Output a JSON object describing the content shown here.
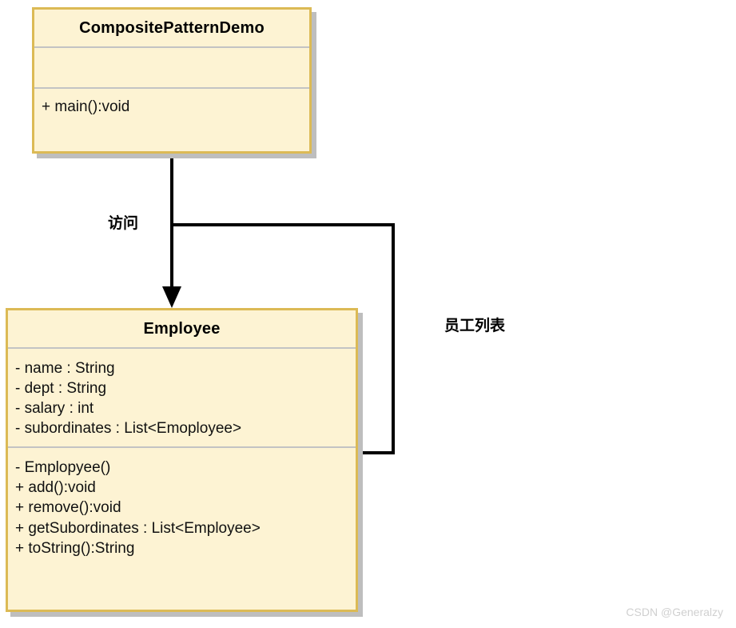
{
  "diagram": {
    "type": "uml-class-diagram",
    "classes": [
      {
        "id": "composite-pattern-demo",
        "name": "CompositePatternDemo",
        "attributes": [],
        "operations": [
          "+ main():void"
        ]
      },
      {
        "id": "employee",
        "name": "Employee",
        "attributes": [
          "- name : String",
          "- dept : String",
          "- salary : int",
          "- subordinates : List<Emoployee>"
        ],
        "operations": [
          "- Emplopyee()",
          "+ add():void",
          "+ remove():void",
          "+ getSubordinates : List<Employee>",
          "+ toString():String"
        ]
      }
    ],
    "edges": [
      {
        "id": "edge-visit",
        "label": "访问",
        "from": "composite-pattern-demo",
        "to": "employee",
        "arrow": "filled-triangle"
      },
      {
        "id": "edge-employee-list",
        "label": "员工列表",
        "from": "employee",
        "to": "employee",
        "arrow": "none"
      }
    ]
  },
  "watermark": {
    "text": "CSDN @Generalzy"
  },
  "colors": {
    "box_fill": "#FDF3D3",
    "box_border": "#DCBA55",
    "box_shadow": "#BEBEBE",
    "divider": "#C3C3C3",
    "connector": "#000000",
    "text": "#000000",
    "watermark": "#D0D0D0",
    "background": "#FFFFFF"
  }
}
